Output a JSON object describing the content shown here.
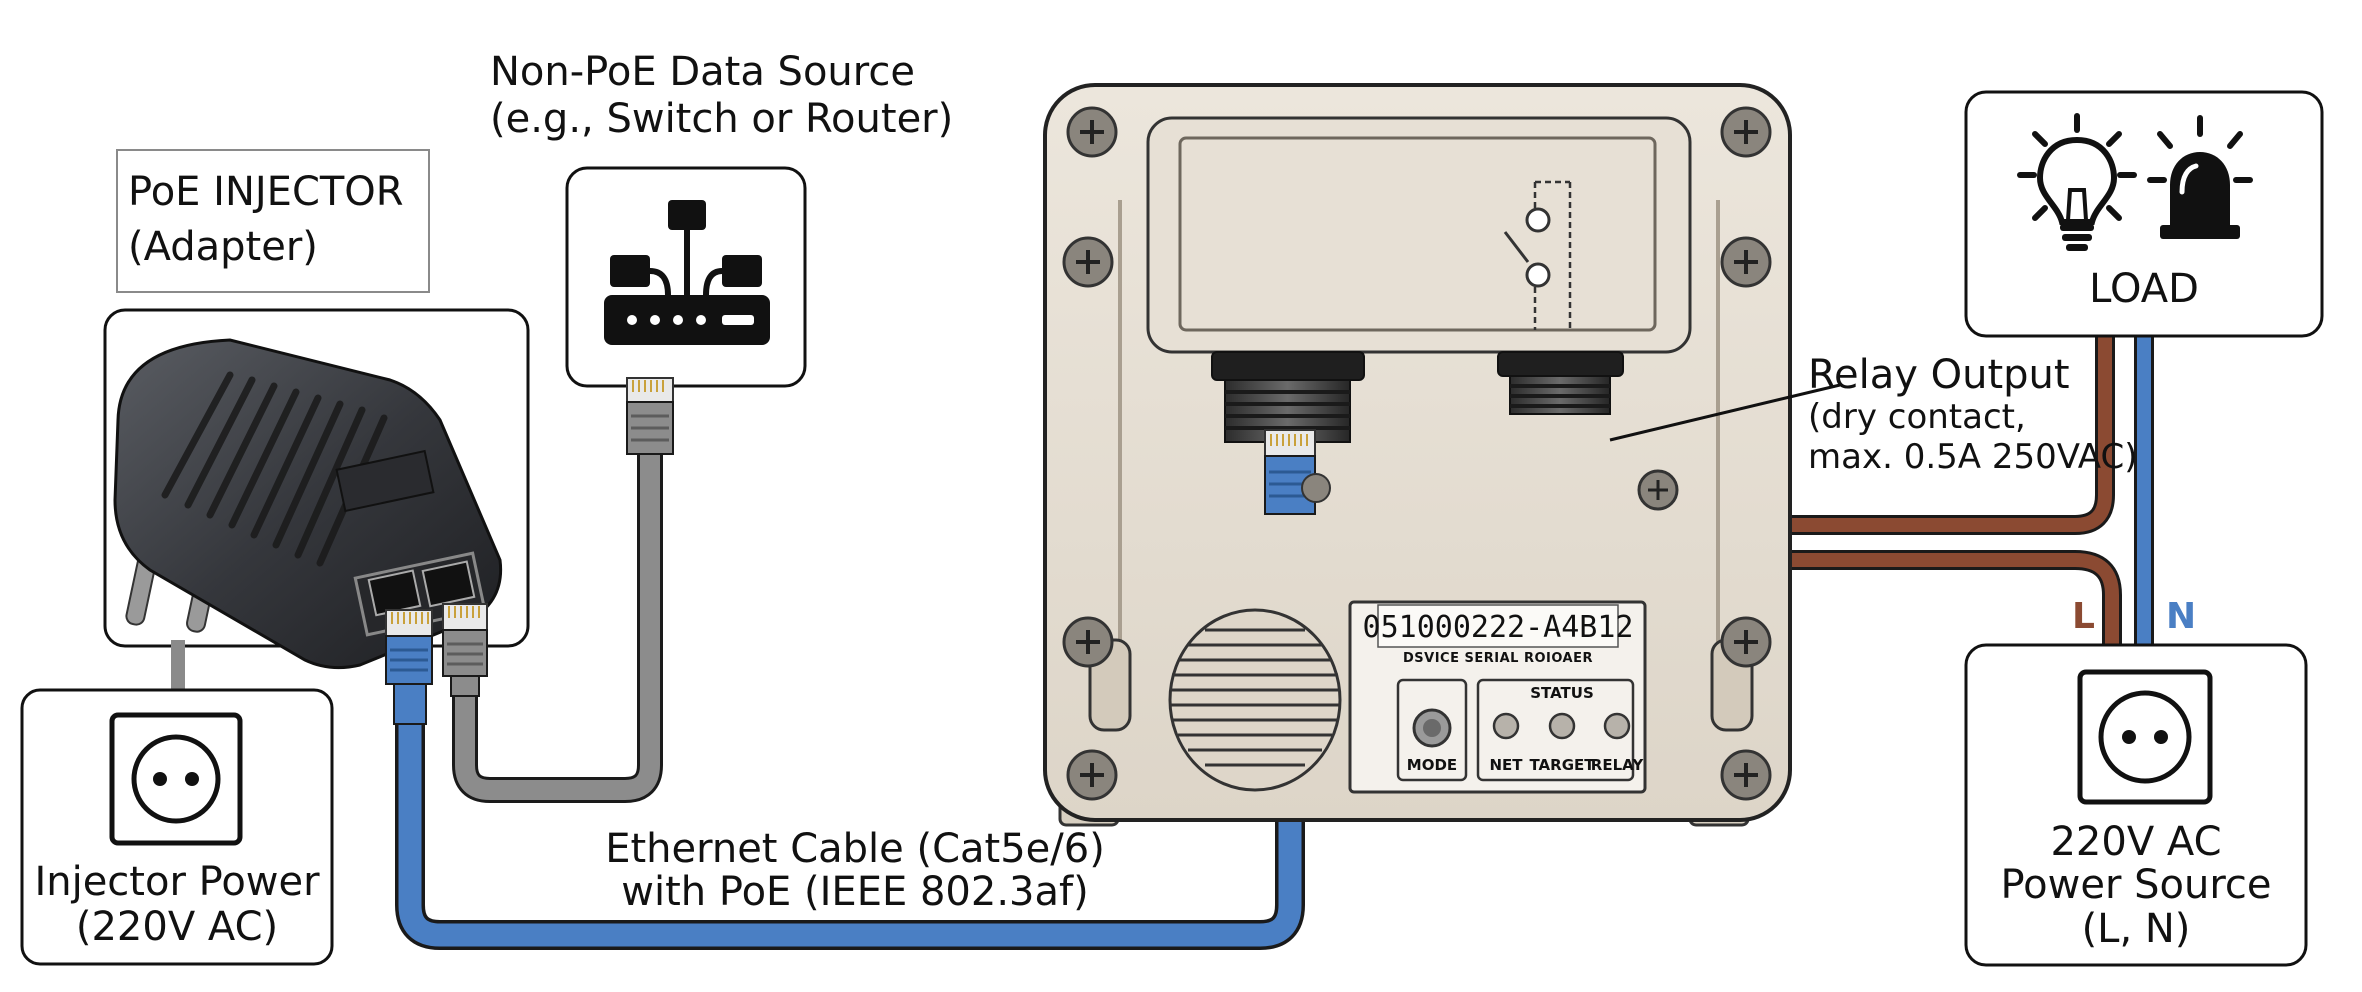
{
  "labels": {
    "injector_title_1": "PoE INJECTOR",
    "injector_title_2": "(Adapter)",
    "source_title_1": "Non-PoE Data Source",
    "source_title_2": "(e.g., Switch or Router)",
    "injector_power_1": "Injector Power",
    "injector_power_2": "(220V AC)",
    "cable_1": "Ethernet Cable (Cat5e/6)",
    "cable_2": "with PoE (IEEE 802.3af)",
    "relay_1": "Relay Output",
    "relay_2": "(dry contact,",
    "relay_3": "max. 0.5A 250VAC)",
    "load": "LOAD",
    "power_source_1": "220V AC",
    "power_source_2": "Power Source",
    "power_source_3": "(L, N)",
    "lead_l": "L",
    "lead_n": "N"
  },
  "device": {
    "serial": "051000222-A4B12",
    "serial_caption": "DSVICE SERIAL ROIOAER",
    "mode_label": "MODE",
    "status_label": "STATUS",
    "leds": [
      "NET",
      "TARGET",
      "RELAY"
    ]
  },
  "icons": [
    "power-adapter-icon",
    "network-router-icon",
    "wall-socket-icon",
    "light-bulb-icon",
    "alarm-siren-icon"
  ],
  "colors": {
    "ethernet_cable": "#4a7fc4",
    "data_cable": "#8c8c8c",
    "live_wire": "#8b4a32",
    "neutral_wire": "#4a7fc4",
    "device_body": "#e8e1d6",
    "adapter_body": "#34363b"
  }
}
